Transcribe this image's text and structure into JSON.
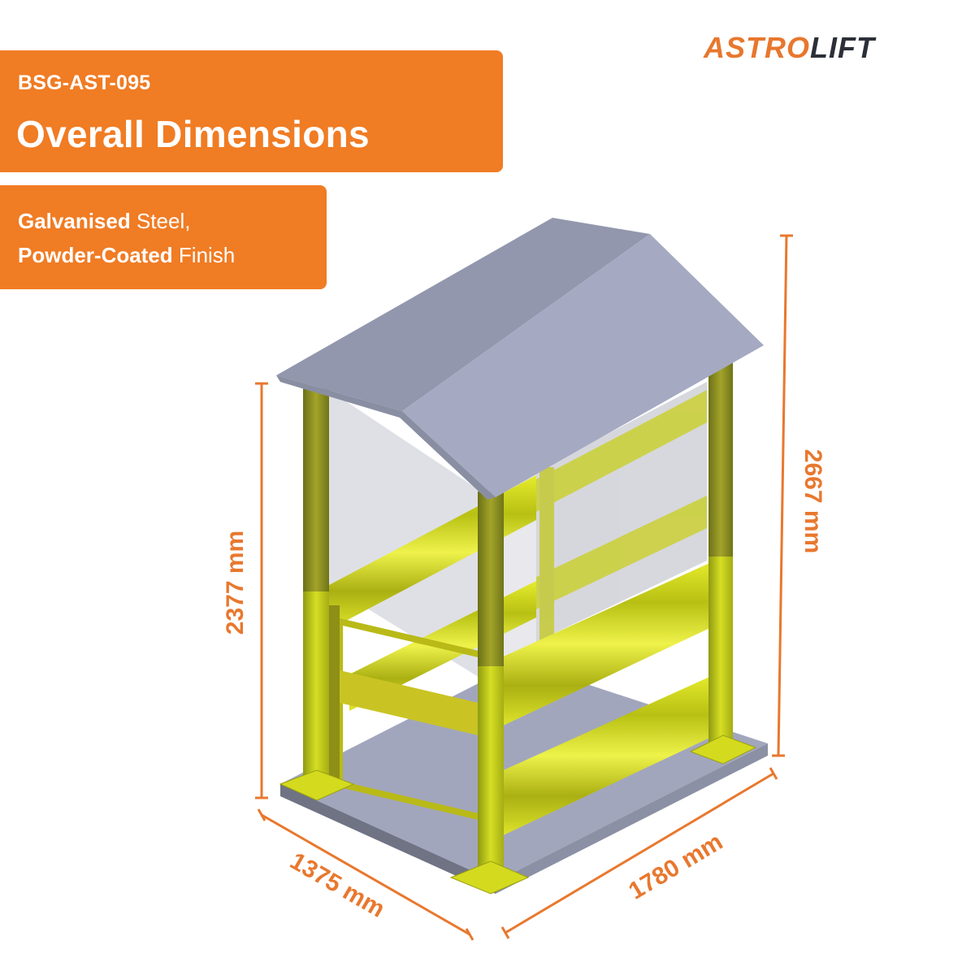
{
  "header": {
    "product_code": "BSG-AST-095",
    "title": "Overall Dimensions"
  },
  "material": {
    "line1_bold": "Galvanised",
    "line1_light": " Steel,",
    "line2_bold": "Powder-Coated",
    "line2_light": " Finish"
  },
  "logo": {
    "part1": "ASTRO",
    "part2": "LIFT"
  },
  "dimensions": {
    "post_height": "2377 mm",
    "overall_height": "2667 mm",
    "width": "1375 mm",
    "length": "1780 mm"
  },
  "colors": {
    "accent_orange": "#f07c24",
    "dimension_orange": "#e8782e",
    "logo_dark": "#2b3038",
    "structure_yellow": "#d9de1a",
    "roof_grey": "#a4a9c0",
    "base_grey": "#9ea2b8"
  }
}
